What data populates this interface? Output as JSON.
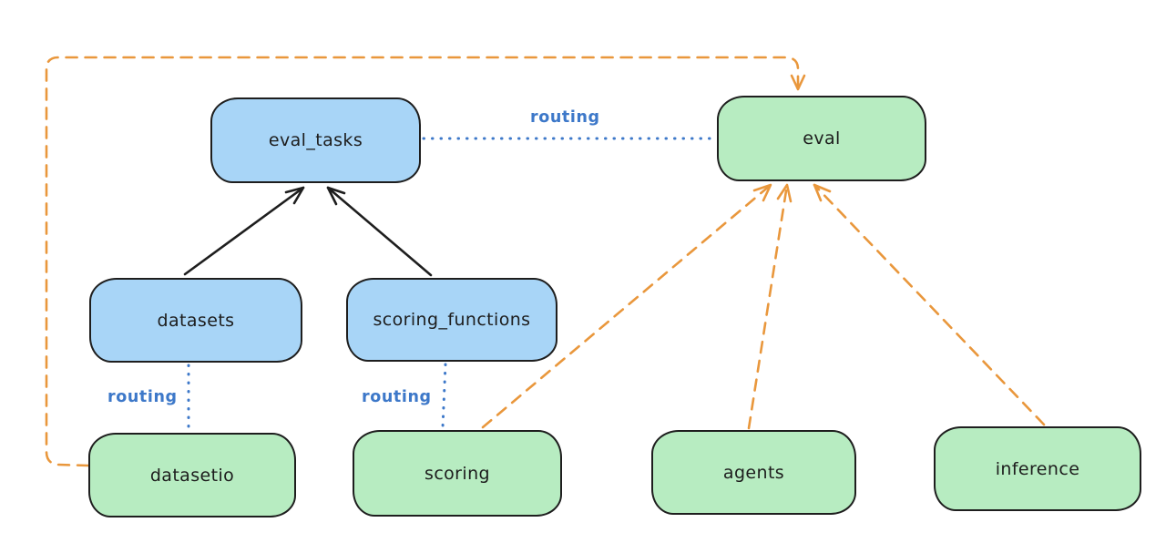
{
  "diagram": {
    "background": "#ffffff",
    "colors": {
      "blue_node_fill": "#a8d5f7",
      "green_node_fill": "#b7ecc1",
      "node_border": "#1e1e1e",
      "black_edge": "#1e1e1e",
      "blue_edge": "#3d78c9",
      "orange_edge": "#e9973c",
      "label_text": "#1d1d1d"
    },
    "nodes": [
      {
        "id": "eval_tasks",
        "label": "eval_tasks",
        "color": "blue"
      },
      {
        "id": "eval",
        "label": "eval",
        "color": "green"
      },
      {
        "id": "datasets",
        "label": "datasets",
        "color": "blue"
      },
      {
        "id": "scoring_functions",
        "label": "scoring_functions",
        "color": "blue"
      },
      {
        "id": "datasetio",
        "label": "datasetio",
        "color": "green"
      },
      {
        "id": "scoring",
        "label": "scoring",
        "color": "green"
      },
      {
        "id": "agents",
        "label": "agents",
        "color": "green"
      },
      {
        "id": "inference",
        "label": "inference",
        "color": "green"
      }
    ],
    "edges": [
      {
        "from": "datasets",
        "to": "eval_tasks",
        "style": "solid",
        "color": "black",
        "label": ""
      },
      {
        "from": "scoring_functions",
        "to": "eval_tasks",
        "style": "solid",
        "color": "black",
        "label": ""
      },
      {
        "from": "eval_tasks",
        "to": "eval",
        "style": "dotted",
        "color": "blue",
        "label": "routing"
      },
      {
        "from": "datasets",
        "to": "datasetio",
        "style": "dotted",
        "color": "blue",
        "label": "routing"
      },
      {
        "from": "scoring_functions",
        "to": "scoring",
        "style": "dotted",
        "color": "blue",
        "label": "routing"
      },
      {
        "from": "datasetio",
        "to": "eval",
        "style": "dashed",
        "color": "orange",
        "label": ""
      },
      {
        "from": "scoring",
        "to": "eval",
        "style": "dashed",
        "color": "orange",
        "label": ""
      },
      {
        "from": "agents",
        "to": "eval",
        "style": "dashed",
        "color": "orange",
        "label": ""
      },
      {
        "from": "inference",
        "to": "eval",
        "style": "dashed",
        "color": "orange",
        "label": ""
      }
    ]
  }
}
